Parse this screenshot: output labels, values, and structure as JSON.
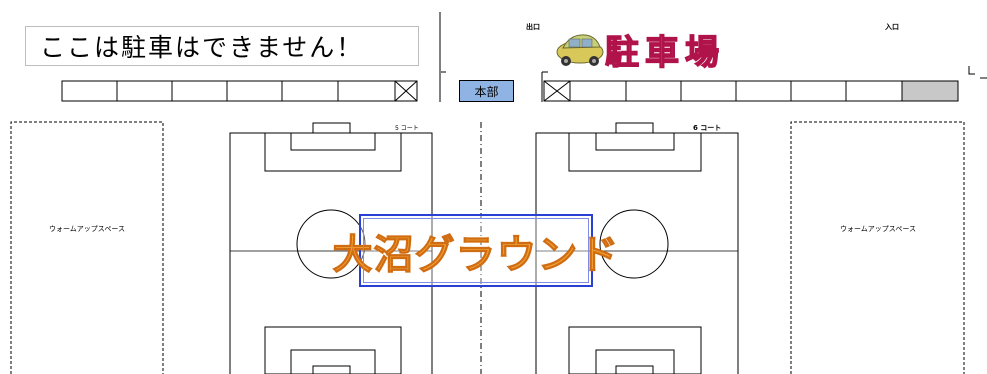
{
  "notice": {
    "no_parking": "ここは駐車はできません！"
  },
  "parking": {
    "title": "駐車場",
    "exit_label": "出口",
    "entrance_label": "入口",
    "hq_label": "本部"
  },
  "courts": [
    {
      "label": "5 コート"
    },
    {
      "label": "6 コート"
    }
  ],
  "warmup": {
    "left_label": "ウォームアップスペース",
    "right_label": "ウォームアップスペース"
  },
  "ground": {
    "name": "大沼グラウンド"
  },
  "colors": {
    "hq_fill": "#8fb4e3",
    "ground_text": "#f2a035",
    "ground_border": "#2a3fd6",
    "car_icon": "#d8c85a",
    "occupied_slot": "#c8c8c8",
    "parking_title_fill": "#cfd8f5"
  },
  "icons": {
    "car": "car-icon",
    "blocked_slot": "blocked-slot-icon"
  }
}
